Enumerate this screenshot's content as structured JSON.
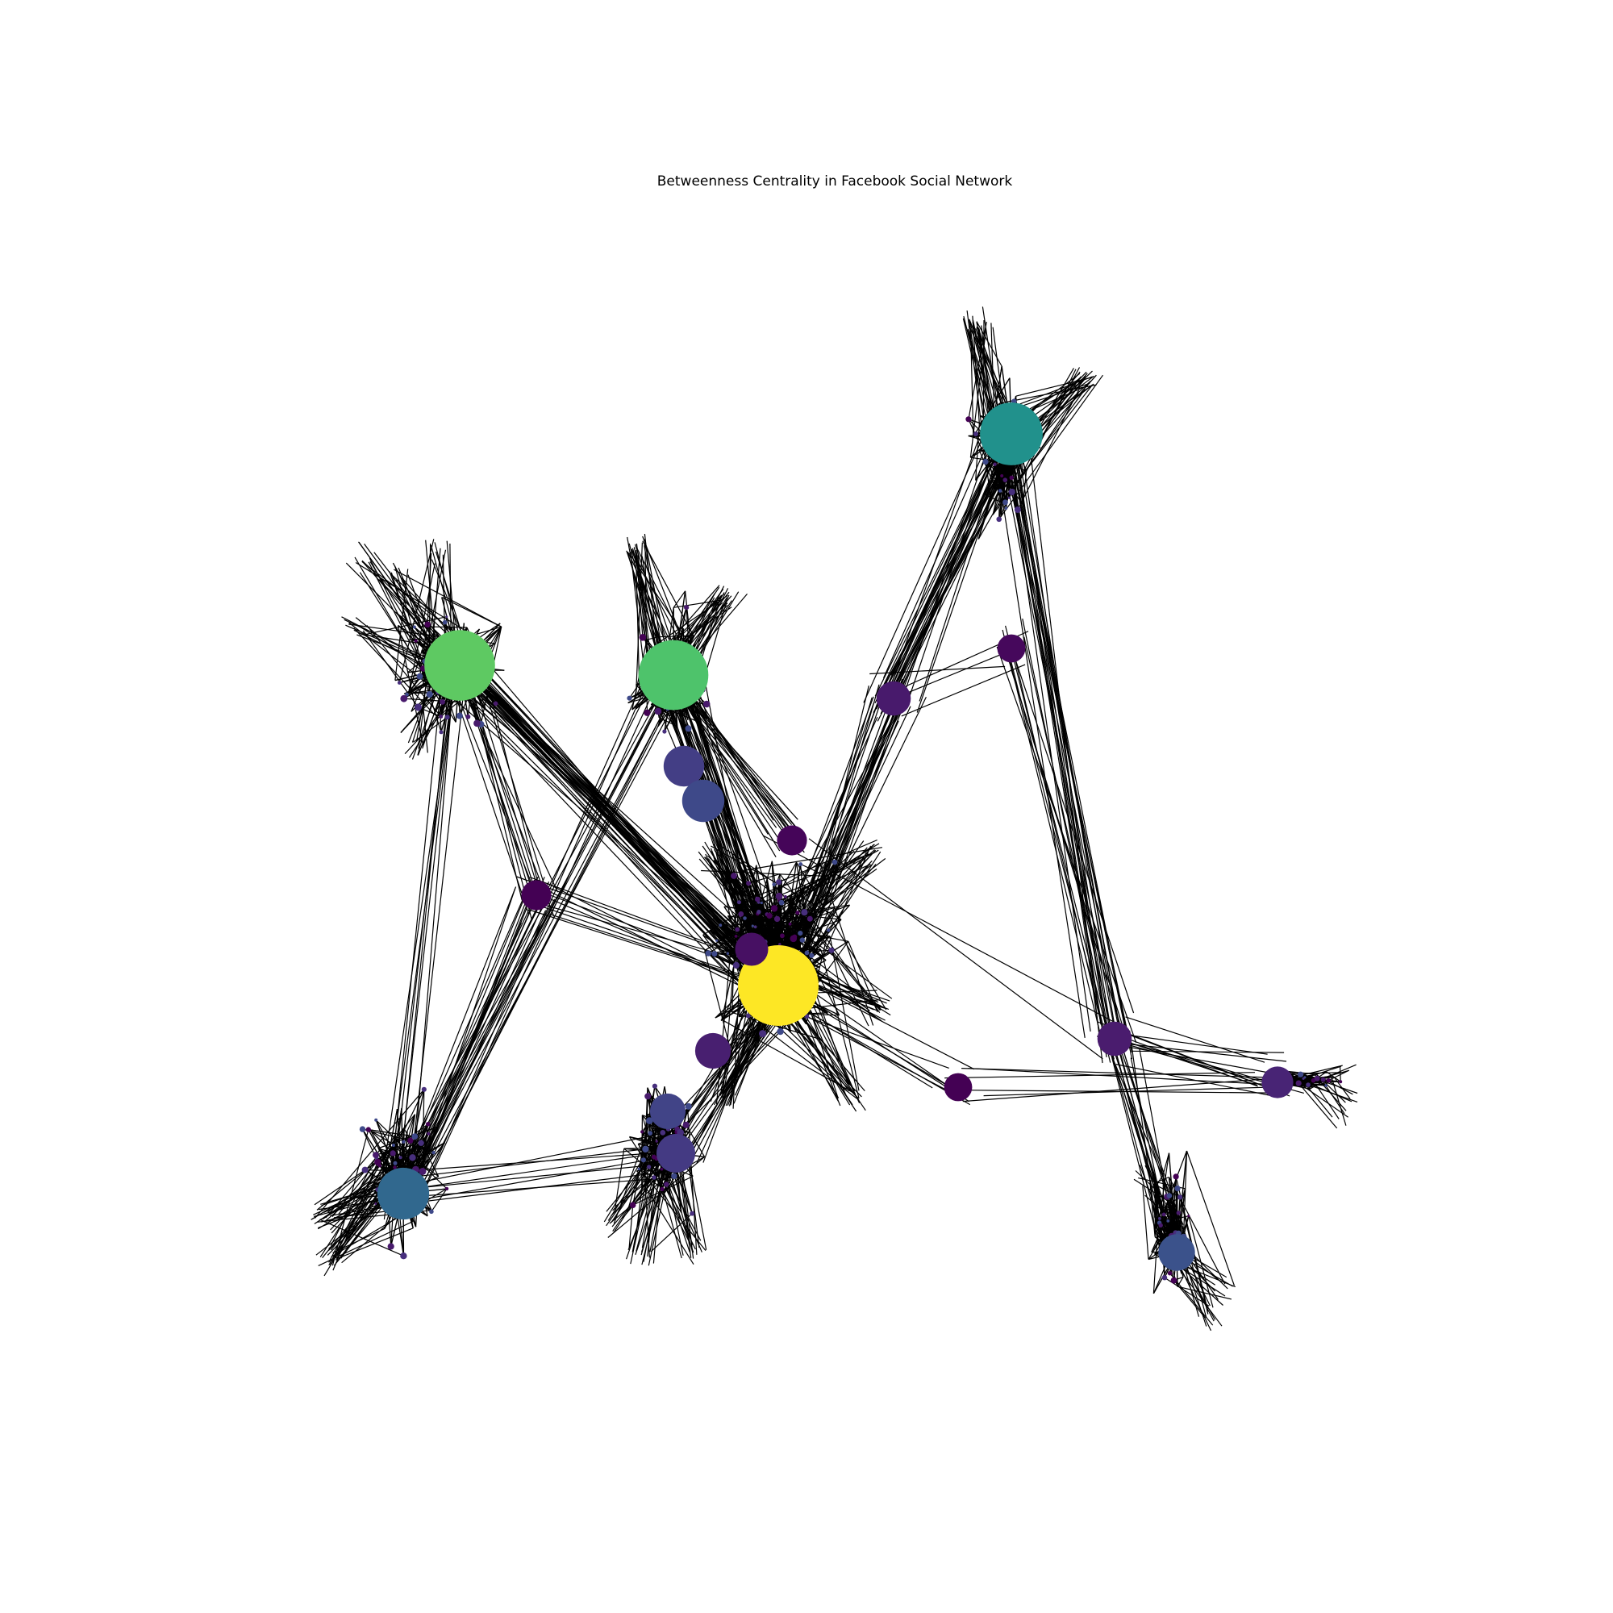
{
  "figure": {
    "title": "Betweenness Centrality in Facebook Social Network"
  },
  "graph": {
    "node_color_scale": "viridis",
    "edge_color": "#000000",
    "hubs": [
      {
        "id": "hub-yellow",
        "color": "#fde725",
        "centrality": 1.0
      },
      {
        "id": "hub-green-left",
        "color": "#5ec962",
        "centrality": 0.7
      },
      {
        "id": "hub-green-mid",
        "color": "#4ec36b",
        "centrality": 0.68
      },
      {
        "id": "hub-teal",
        "color": "#21918c",
        "centrality": 0.5
      },
      {
        "id": "hub-blue",
        "color": "#31688e",
        "centrality": 0.28
      },
      {
        "id": "node-purple-a",
        "color": "#481a6c",
        "centrality": 0.06
      },
      {
        "id": "node-purple-b",
        "color": "#4a1c6e",
        "centrality": 0.06
      },
      {
        "id": "node-purple-c",
        "color": "#440154",
        "centrality": 0.03
      },
      {
        "id": "node-purple-d",
        "color": "#450559",
        "centrality": 0.03
      },
      {
        "id": "node-purple-e",
        "color": "#471063",
        "centrality": 0.05
      },
      {
        "id": "node-indigo-a",
        "color": "#433e85",
        "centrality": 0.12
      },
      {
        "id": "node-indigo-b",
        "color": "#3e4989",
        "centrality": 0.14
      },
      {
        "id": "node-indigo-c",
        "color": "#443a83",
        "centrality": 0.1
      },
      {
        "id": "node-purple-f",
        "color": "#481f70",
        "centrality": 0.07
      },
      {
        "id": "node-purple-g",
        "color": "#440154",
        "centrality": 0.02
      },
      {
        "id": "node-purple-h",
        "color": "#46085c",
        "centrality": 0.02
      },
      {
        "id": "node-purple-i",
        "color": "#482475",
        "centrality": 0.04
      },
      {
        "id": "node-indigo-d",
        "color": "#3b528b",
        "centrality": 0.08
      },
      {
        "id": "node-indigo-e",
        "color": "#414487",
        "centrality": 0.07
      }
    ]
  }
}
